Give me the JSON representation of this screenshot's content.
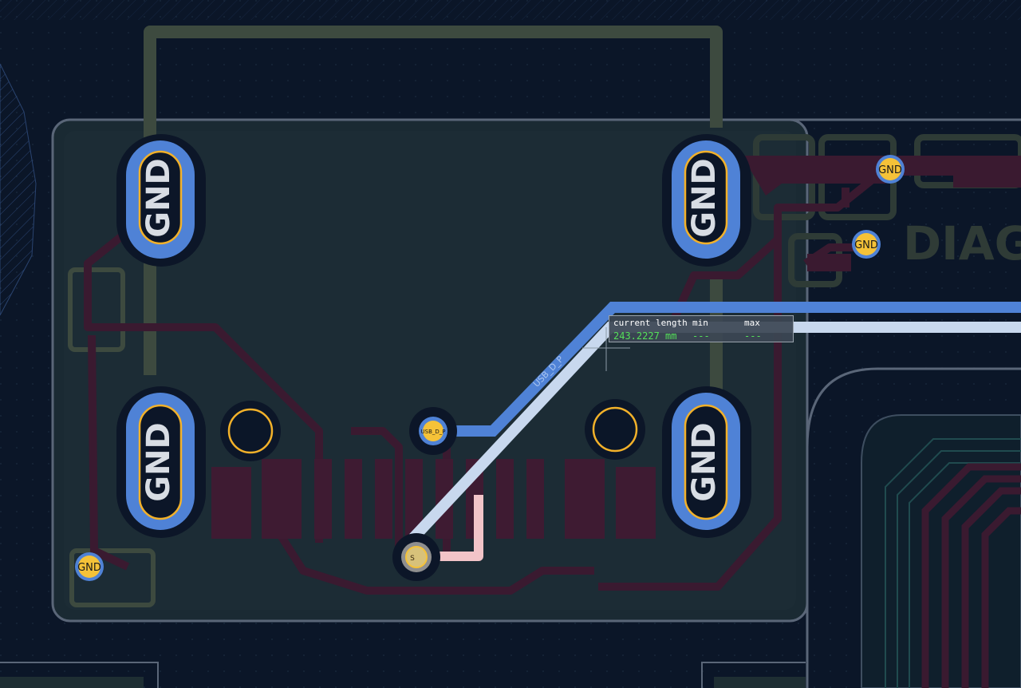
{
  "pads": {
    "large_label": "GND",
    "small_label": "GND",
    "via_net_label": "USB_D_P",
    "via_small_char": "S"
  },
  "trace": {
    "net_label": "USB_D_P"
  },
  "silkscreen": {
    "board_text": "DIAG"
  },
  "length_tuner": {
    "current_header": "current length",
    "min_header": "min",
    "max_header": "max",
    "current_value": "243.2227 mm",
    "min_value": "---",
    "max_value": "---"
  },
  "colors": {
    "background": "#0b1628",
    "board_fill": "#1a2a33",
    "front_copper_inner": "#4b1c34",
    "front_copper": "#3a1a30",
    "back_copper": "#4f82d6",
    "selected_trace": "#c8d8ee",
    "routing_trace": "#f2c4c8",
    "pad_ring": "#f2b12a",
    "via_fill": "#f5c238",
    "silkscreen": "#3d4a3f",
    "edge_cuts": "#5a6678",
    "tooltip_value": "#55e05a"
  }
}
